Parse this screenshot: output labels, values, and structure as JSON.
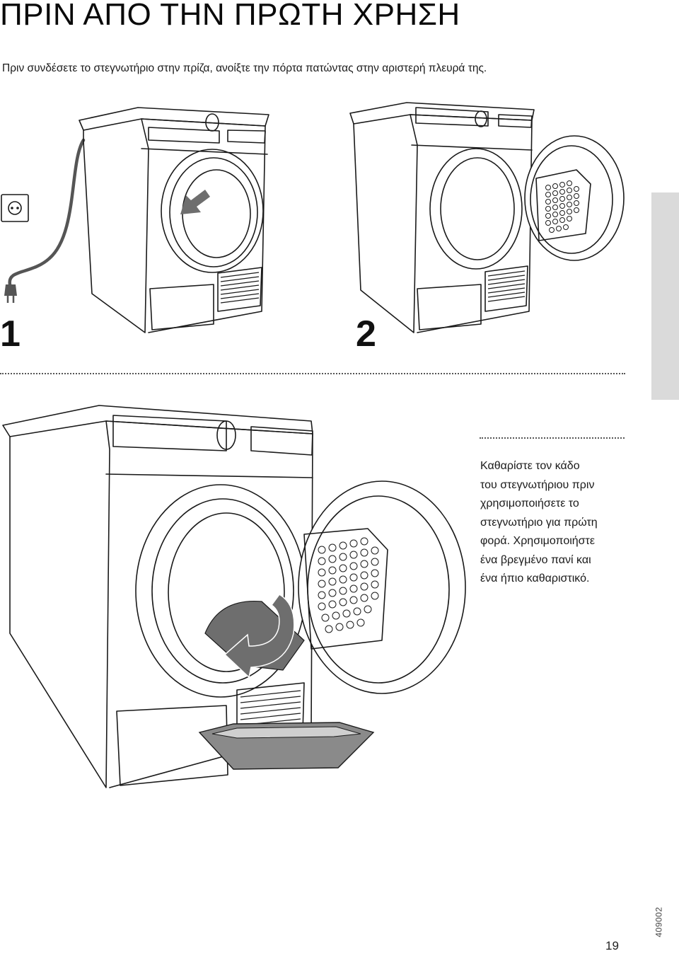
{
  "page": {
    "title": "ΠΡΙΝ ΑΠΟ ΤΗΝ ΠΡΩΤΗ ΧΡΗΣΗ",
    "intro": "Πριν συνδέσετε το στεγνωτήριο στην πρίζα, ανοίξτε την πόρτα πατώντας στην αριστερή πλευρά της.",
    "page_number": "19",
    "doc_code": "409002"
  },
  "steps": [
    {
      "number": "1",
      "illustration": "dryer-plug-push-door"
    },
    {
      "number": "2",
      "illustration": "dryer-door-open-filter"
    }
  ],
  "cleaning": {
    "instruction": "Καθαρίστε τον κάδο\nτου στεγνωτήριου πριν\nχρησιμοποιήσετε το\nστεγνωτήριο για πρώτη\nφορά. Χρησιμοποιήστε\nένα βρεγμένο πανί και\nένα ήπιο καθαριστικό.",
    "illustration": "dryer-drum-wipe-cloth"
  },
  "colors": {
    "line": "#1a1a1a",
    "accent_gray": "#6e6e6e",
    "side_tab": "#dadada"
  }
}
